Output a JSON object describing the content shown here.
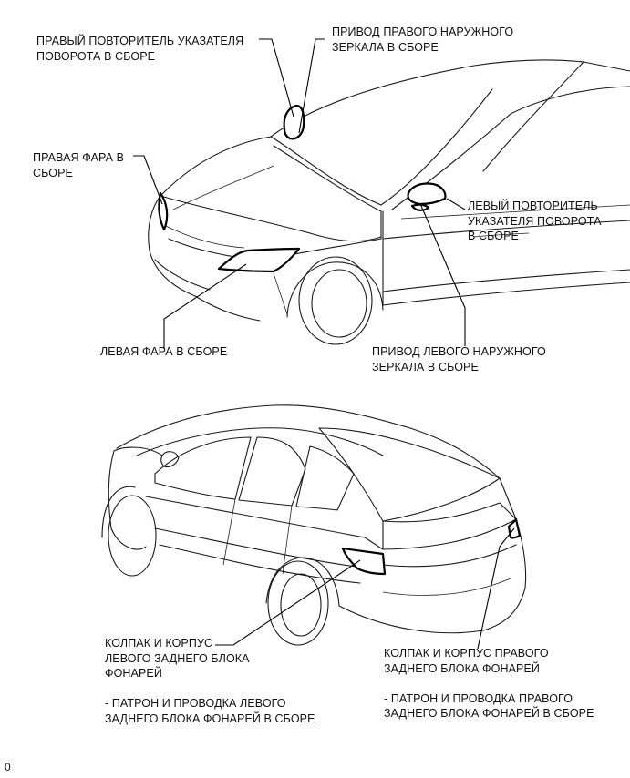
{
  "front_view": {
    "right_turn_signal": "ПРАВЫЙ ПОВТОРИТЕЛЬ УКАЗАТЕЛЯ\nПОВОРОТА В СБОРЕ",
    "right_mirror_actuator": "ПРИВОД ПРАВОГО НАРУЖНОГО\nЗЕРКАЛА В СБОРЕ",
    "right_headlight": "ПРАВАЯ ФАРА В\nСБОРЕ",
    "left_turn_signal": "ЛЕВЫЙ ПОВТОРИТЕЛЬ\nУКАЗАТЕЛЯ ПОВОРОТА\nВ СБОРЕ",
    "left_headlight": "ЛЕВАЯ ФАРА В СБОРЕ",
    "left_mirror_actuator": "ПРИВОД ЛЕВОГО НАРУЖНОГО\nЗЕРКАЛА В СБОРЕ"
  },
  "rear_view": {
    "left_rear_lamp": "КОЛПАК И КОРПУС\nЛЕВОГО ЗАДНЕГО БЛОКА\nФОНАРЕЙ\n\n- ПАТРОН И ПРОВОДКА ЛЕВОГО\nЗАДНЕГО БЛОКА ФОНАРЕЙ В СБОРЕ",
    "right_rear_lamp": "КОЛПАК И КОРПУС ПРАВОГО\nЗАДНЕГО БЛОКА ФОНАРЕЙ\n\n- ПАТРОН И ПРОВОДКА ПРАВОГО\nЗАДНЕГО БЛОКА ФОНАРЕЙ В СБОРЕ"
  },
  "page_marker": "0"
}
